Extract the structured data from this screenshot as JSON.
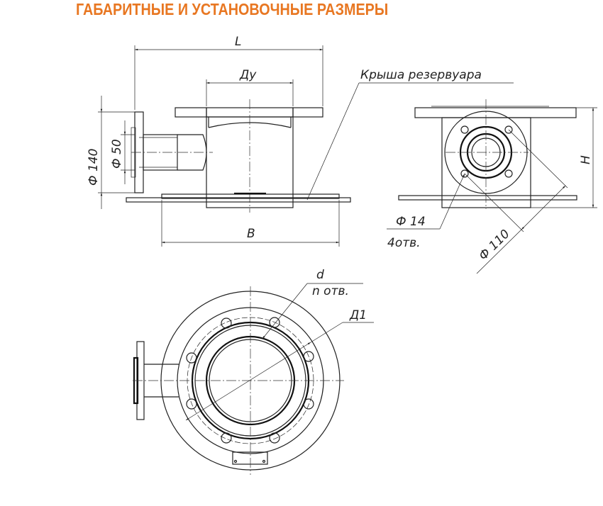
{
  "title": "ГАБАРИТНЫЕ И УСТАНОВОЧНЫЕ РАЗМЕРЫ",
  "colors": {
    "title": "#E87722",
    "lines": "#222222"
  },
  "front_view": {
    "dim_L": "L",
    "dim_Du": "Ду",
    "dim_B": "B",
    "dim_d140": "Ф 140",
    "dim_d50": "Ф 50",
    "roof_label": "Крыша резервуара"
  },
  "side_view": {
    "dim_H": "H",
    "dim_d14": "Ф 14",
    "holes": "4отв.",
    "dim_d110": "Ф 110"
  },
  "top_view": {
    "dim_d": "d",
    "holes": "n  отв.",
    "dim_D1": "Д1"
  }
}
